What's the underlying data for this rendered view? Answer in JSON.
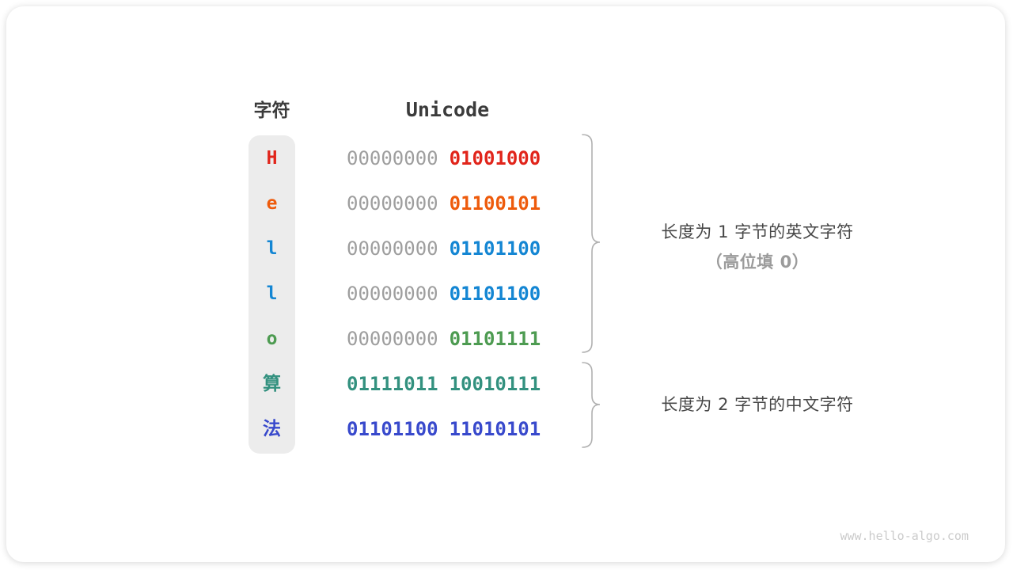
{
  "header": {
    "char_col": "字符",
    "unicode_col": "Unicode"
  },
  "rows": [
    {
      "char": "H",
      "byte1": "00000000",
      "byte2": "01001000",
      "accent": "#e1251b",
      "two_byte": false
    },
    {
      "char": "e",
      "byte1": "00000000",
      "byte2": "01100101",
      "accent": "#ee5b0c",
      "two_byte": false
    },
    {
      "char": "l",
      "byte1": "00000000",
      "byte2": "01101100",
      "accent": "#1486d3",
      "two_byte": false
    },
    {
      "char": "l",
      "byte1": "00000000",
      "byte2": "01101100",
      "accent": "#1486d3",
      "two_byte": false
    },
    {
      "char": "o",
      "byte1": "00000000",
      "byte2": "01101111",
      "accent": "#4d9b51",
      "two_byte": false
    },
    {
      "char": "算",
      "byte1": "01111011",
      "byte2": "10010111",
      "accent": "#33917f",
      "two_byte": true
    },
    {
      "char": "法",
      "byte1": "01101100",
      "byte2": "11010101",
      "accent": "#3849cc",
      "two_byte": true
    }
  ],
  "colors": {
    "byte_placeholder": "#9e9e9e",
    "header_text": "#3b3b3b",
    "annotation_text": "#474747",
    "annotation_muted": "#9b9b9b",
    "column_bg": "#ececec",
    "brace": "#b0b0b0"
  },
  "annotations": {
    "one_byte_line1": "长度为 1 字节的英文字符",
    "one_byte_line2": "（高位填 0）",
    "two_byte_line1": "长度为 2 字节的中文字符"
  },
  "watermark": "www.hello-algo.com"
}
